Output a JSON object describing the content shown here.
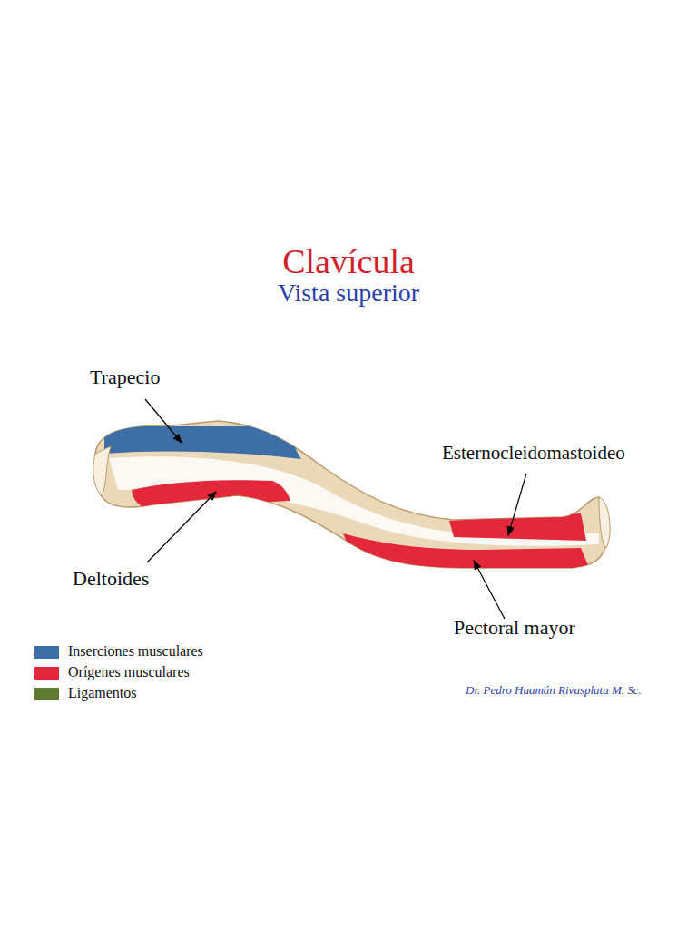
{
  "diagram": {
    "title": "Clavícula",
    "labels": [
      "Vista superior",
      "Trapecio",
      "Esternocleidomastoideo",
      "Deltoides",
      "Pectoral mayor",
      "Dr. Pedro Huamán Rivasplata M. Sc."
    ],
    "legend": [
      {
        "text": "Inserciones musculares",
        "color": "#3d6fa6"
      },
      {
        "text": "Orígenes musculares",
        "color": "#e3283c"
      },
      {
        "text": "Ligamentos",
        "color": "#5f7a2e"
      }
    ]
  }
}
